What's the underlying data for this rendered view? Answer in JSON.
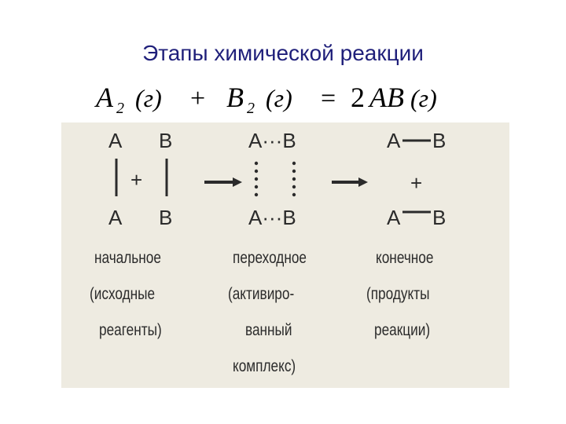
{
  "title": "Этапы химической реакции",
  "equation": {
    "a": "A",
    "a_sub": "2",
    "a_state": "(г)",
    "plus": "+",
    "b": "B",
    "b_sub": "2",
    "b_state": "(г)",
    "equals": "=",
    "coef": "2",
    "product": "AB",
    "product_state": "(г)"
  },
  "stages": {
    "initial": {
      "top_left": "A",
      "top_right": "B",
      "plus": "+",
      "bottom_left": "A",
      "bottom_right": "B",
      "caption": [
        "начальное",
        "(исходные",
        "реагенты)"
      ]
    },
    "transition": {
      "top": "A···B",
      "bottom": "A···B",
      "caption": [
        "переходное",
        "(активиро-",
        "ванный",
        "комплекс)"
      ]
    },
    "final": {
      "top_left": "A",
      "top_right": "B",
      "plus": "+",
      "bottom_left": "A",
      "bottom_right": "B",
      "caption": [
        "конечное",
        "(продукты",
        "реакции)"
      ]
    }
  },
  "colors": {
    "title": "#1f1f7a",
    "scan_background": "#eeebe1",
    "scan_ink": "#2b2b2b"
  }
}
